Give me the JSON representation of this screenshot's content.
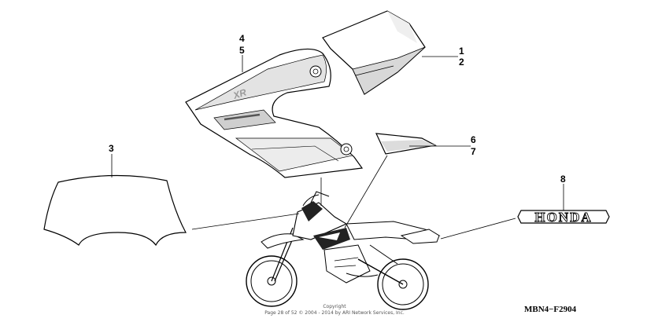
{
  "callouts": {
    "c1": "1",
    "c2": "2",
    "c3": "3",
    "c4": "4",
    "c5": "5",
    "c6": "6",
    "c7": "7",
    "c8": "8"
  },
  "diagram_code": "MBN4−F2904",
  "copyright": {
    "line1": "Copyright",
    "line2": "Page 28 of 52 © 2004 - 2014 by ARI Network Services, Inc."
  },
  "emblem": {
    "text": "HONDA"
  },
  "shroud_marking": "XR"
}
